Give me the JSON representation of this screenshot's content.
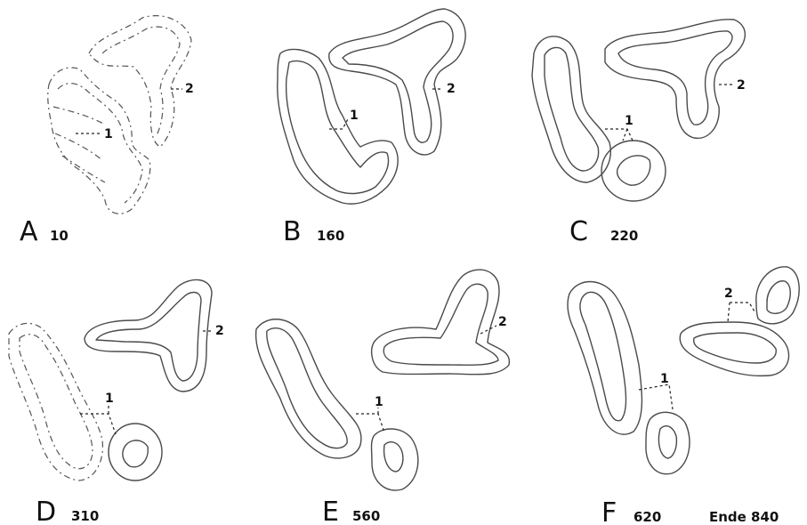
{
  "panels": [
    {
      "letter": "A",
      "number": "10"
    },
    {
      "letter": "B",
      "number": "160"
    },
    {
      "letter": "C",
      "number": "220"
    },
    {
      "letter": "D",
      "number": "310"
    },
    {
      "letter": "E",
      "number": "560"
    },
    {
      "letter": "F",
      "number": "620"
    }
  ],
  "structure_labels": {
    "one": "1",
    "two": "2"
  },
  "end_note": "Ende 840"
}
